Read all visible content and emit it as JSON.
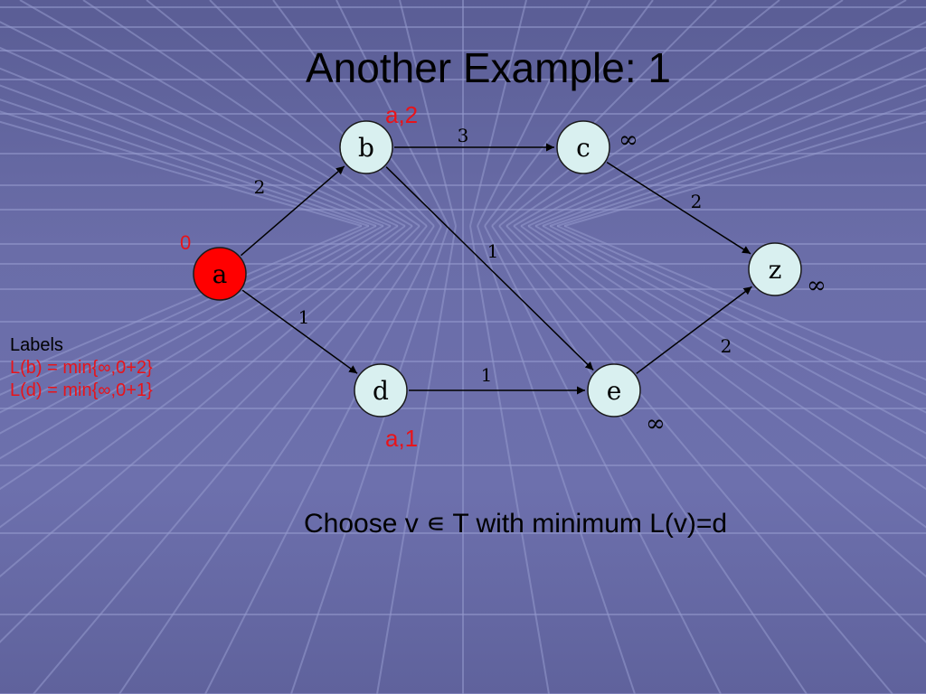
{
  "title": "Another Example: 1",
  "colors": {
    "node_fill": "#d9f0f0",
    "source_fill": "#ff0000",
    "annotation": "#e8141a"
  },
  "nodes": [
    {
      "id": "a",
      "label": "a",
      "source": true
    },
    {
      "id": "b",
      "label": "b"
    },
    {
      "id": "c",
      "label": "c"
    },
    {
      "id": "d",
      "label": "d"
    },
    {
      "id": "e",
      "label": "e"
    },
    {
      "id": "z",
      "label": "z"
    }
  ],
  "edges": [
    {
      "from": "a",
      "to": "b",
      "weight": "2"
    },
    {
      "from": "a",
      "to": "d",
      "weight": "1"
    },
    {
      "from": "b",
      "to": "c",
      "weight": "3"
    },
    {
      "from": "b",
      "to": "e",
      "weight": "1"
    },
    {
      "from": "c",
      "to": "z",
      "weight": "2"
    },
    {
      "from": "d",
      "to": "e",
      "weight": "1"
    },
    {
      "from": "e",
      "to": "z",
      "weight": "2"
    }
  ],
  "node_annotations": {
    "a": "0",
    "b": "a,2",
    "c": "∞",
    "d": "a,1",
    "e": "∞",
    "z": "∞"
  },
  "labels_box": {
    "heading": "Labels",
    "lines": [
      "L(b) = min{∞,0+2}",
      "L(d) = min{∞,0+1}"
    ]
  },
  "caption": "Choose v ∊ T with minimum L(v)=d"
}
